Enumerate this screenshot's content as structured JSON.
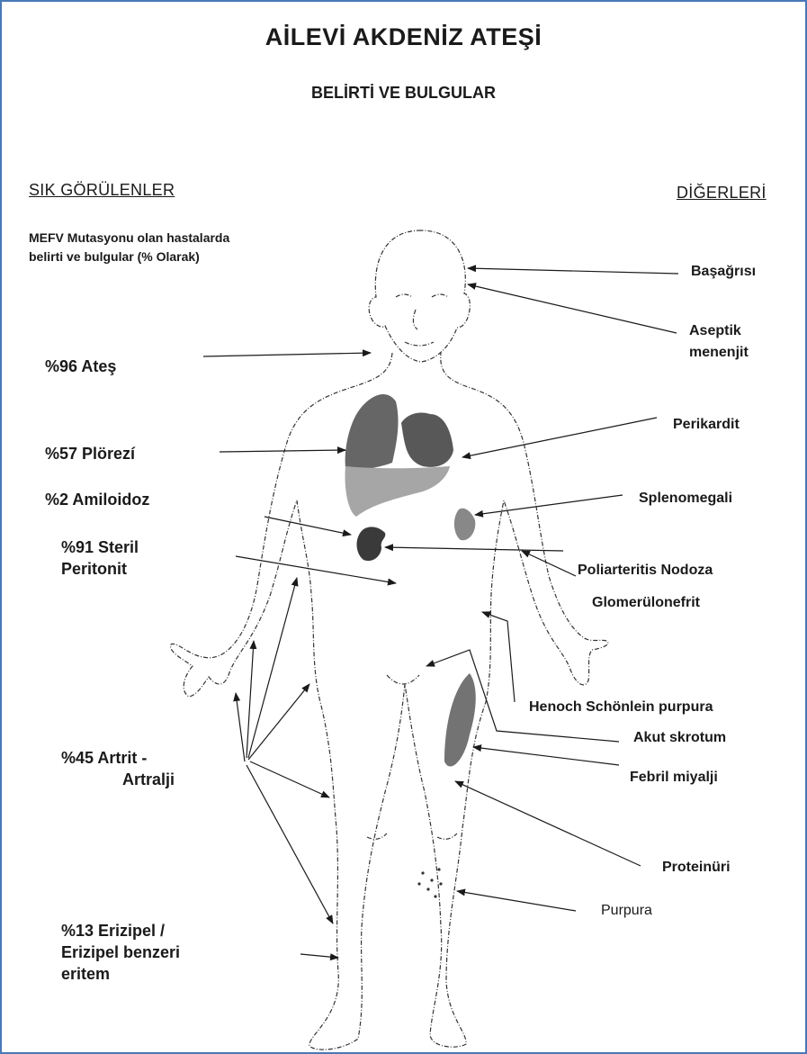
{
  "title": "AİLEVİ  AKDENİZ ATEŞİ",
  "subtitle": "BELİRTİ VE BULGULAR",
  "left_heading": "SIK GÖRÜLENLER",
  "right_heading": "DİĞERLERİ",
  "note": {
    "line1": "MEFV Mutasyonu olan hastalarda",
    "line2": "belirti ve bulgular (% Olarak)"
  },
  "left_labels": {
    "ates": "%96 Ateş",
    "plorezi": "%57 Plörezí",
    "amiloidoz": "%2 Amiloidoz",
    "peritonit_1": "%91 Steril",
    "peritonit_2": "Peritonit",
    "artrit_1": "%45 Artrit -",
    "artrit_2": "Artralji",
    "erizipel_1": "%13 Erizipel /",
    "erizipel_2": "Erizipel benzeri",
    "erizipel_3": "eritem"
  },
  "right_labels": {
    "basagrisi": "Başağrısı",
    "aseptik_1": "Aseptik",
    "aseptik_2": "menenjit",
    "perikardit": "Perikardit",
    "splenomegali": "Splenomegali",
    "poliarteritis": "Poliarteritis Nodoza",
    "glomerulonefrit": "Glomerülonefrit",
    "henoch": "Henoch Schönlein purpura",
    "akut_skrotum": "Akut skrotum",
    "febril_miyalji": "Febril miyalji",
    "proteinuri": "Proteinüri",
    "purpura": "Purpura"
  },
  "colors": {
    "frame": "#4a78b8",
    "ink": "#1a1a1a",
    "organ_dark": "#4a4a4a",
    "organ_mid": "#8c8c8c",
    "organ_light": "#b4b4b4"
  }
}
